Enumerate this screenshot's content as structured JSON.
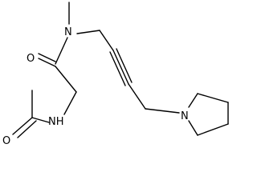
{
  "molecule": {
    "atoms": {
      "o_acetyl": "O",
      "n_amide": "NH",
      "o_carbonyl": "O",
      "n_methyl": "N",
      "n_pyrrolidine": "N"
    }
  }
}
